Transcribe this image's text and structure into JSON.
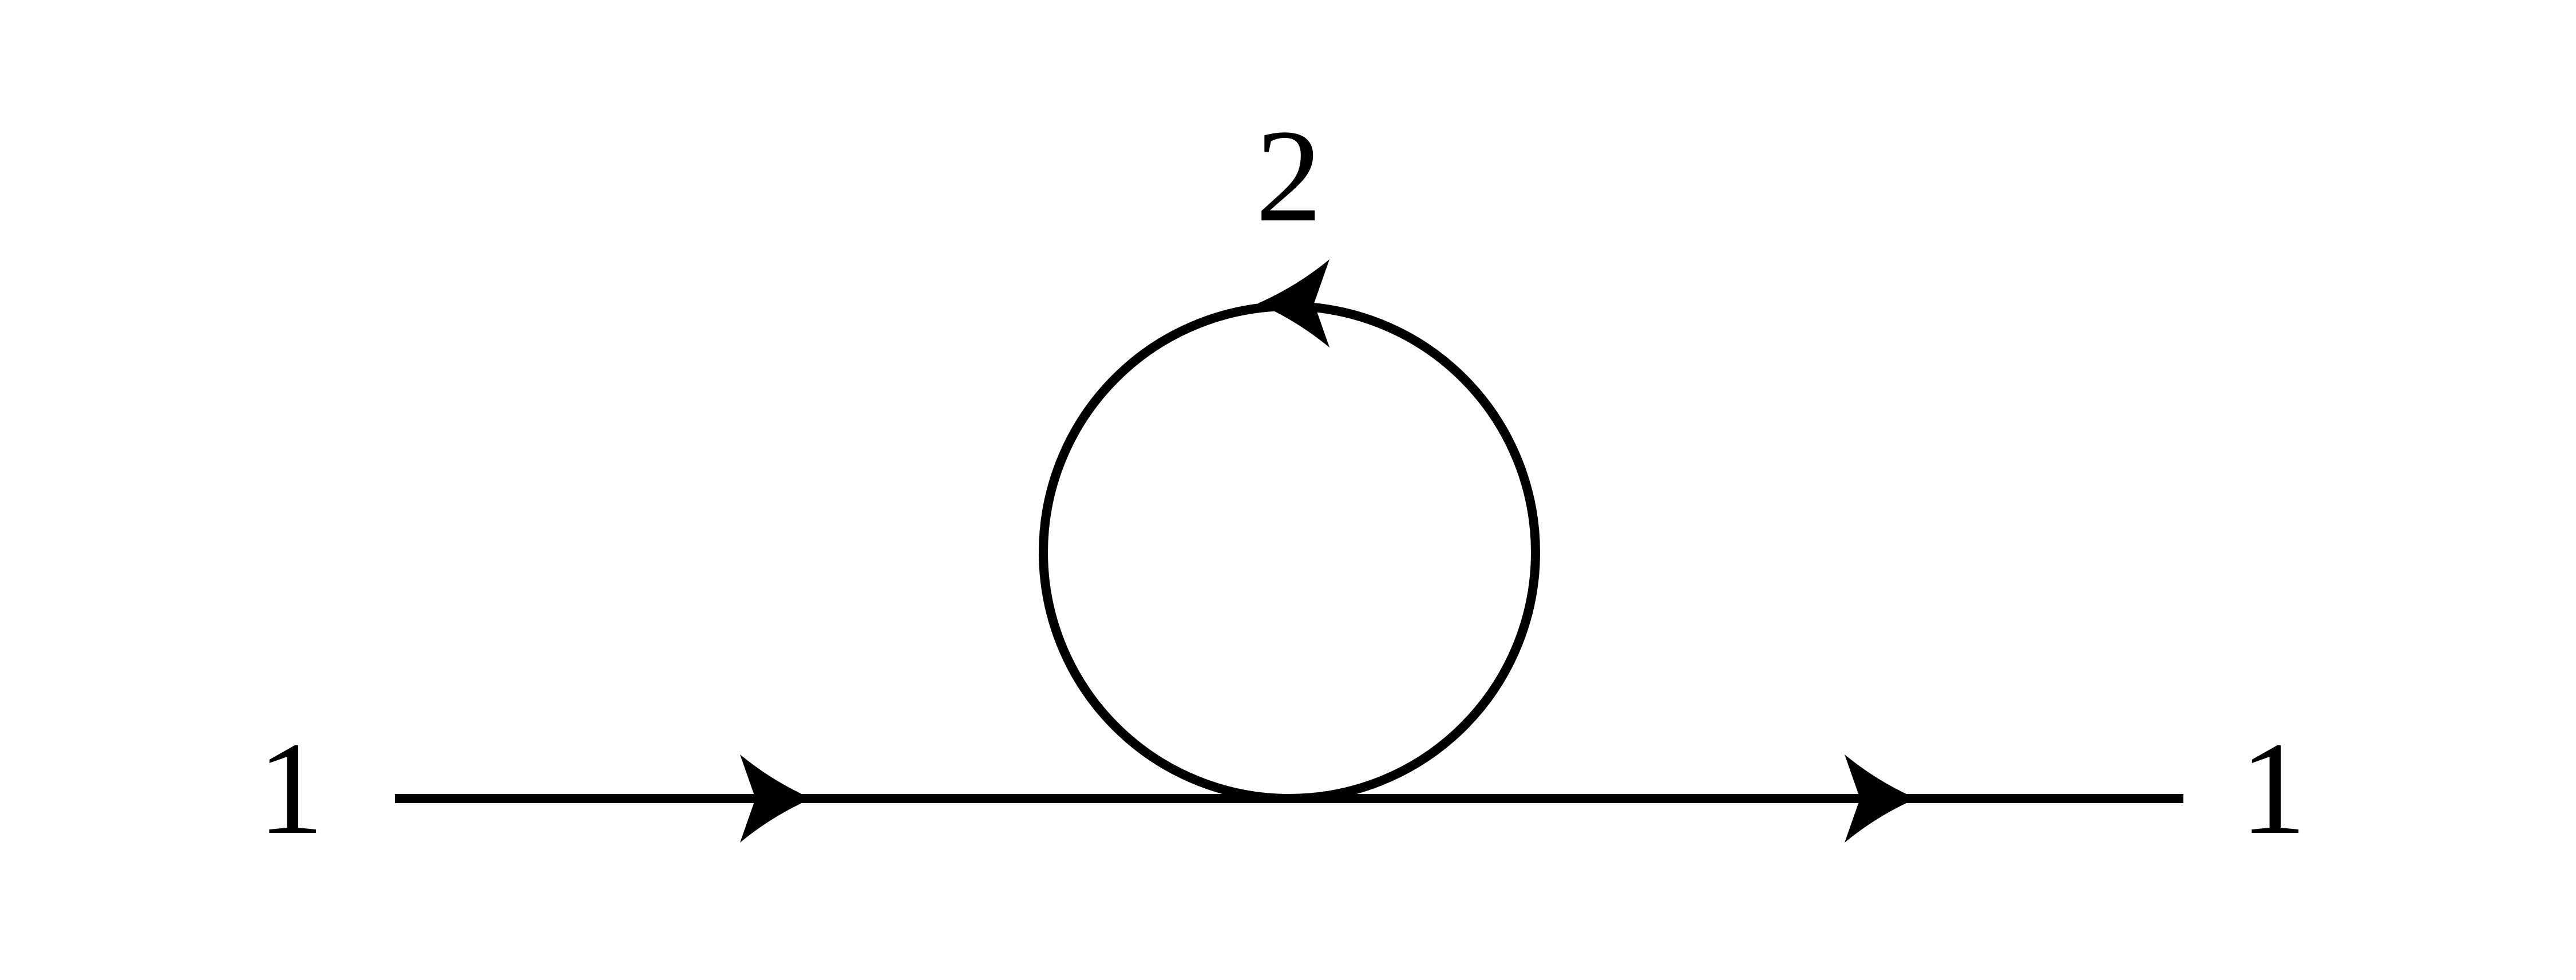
{
  "diagram": {
    "labels": {
      "incoming": "1",
      "outgoing": "1",
      "loop": "2"
    },
    "colors": {
      "stroke": "#000000",
      "background": "#ffffff"
    }
  }
}
